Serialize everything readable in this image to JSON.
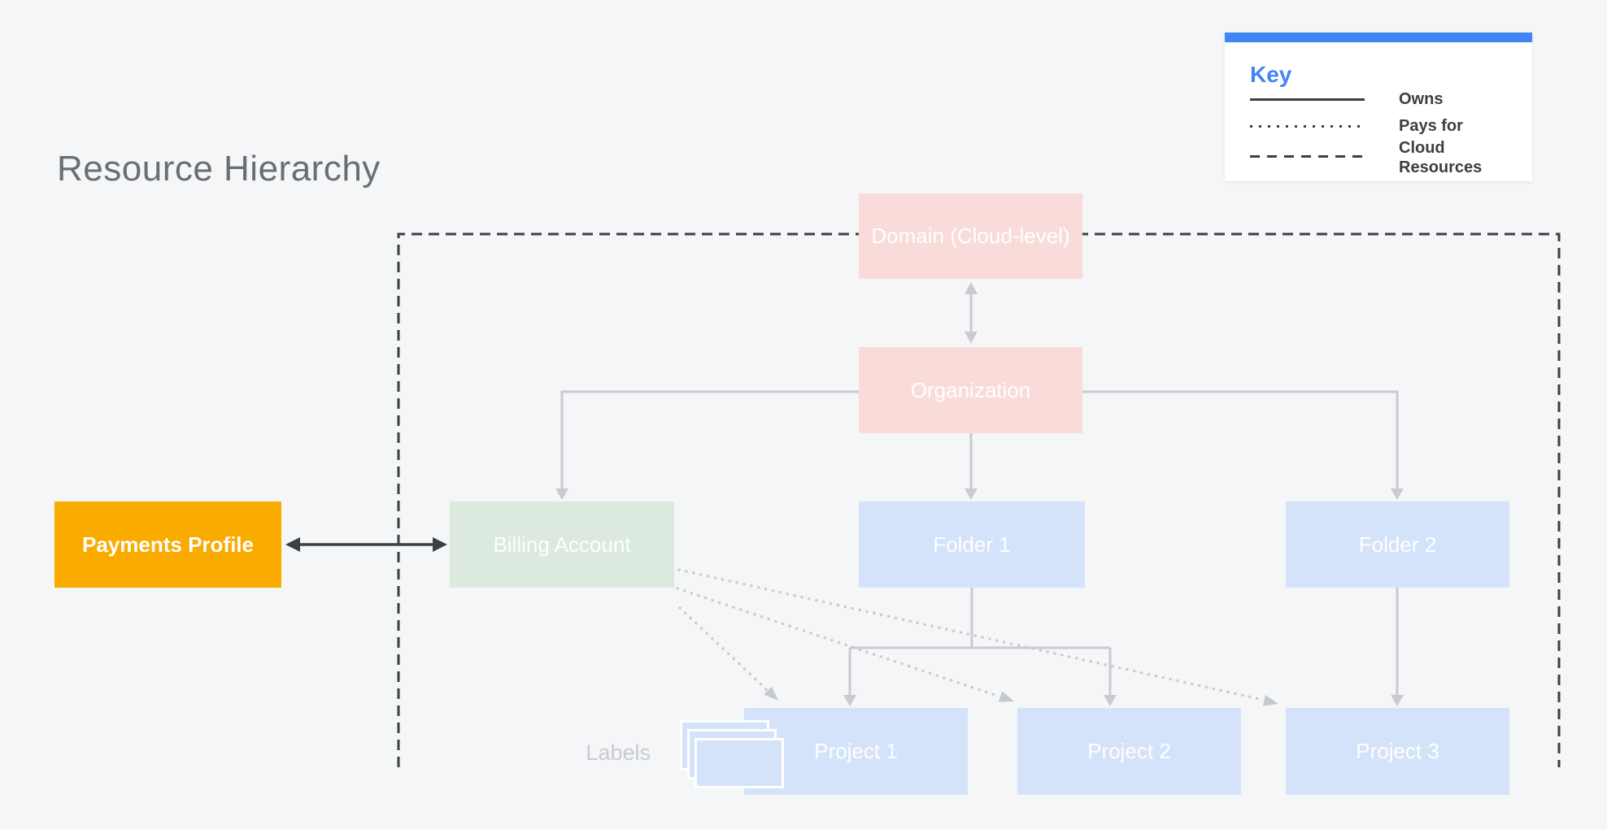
{
  "title": "Resource Hierarchy",
  "legend": {
    "heading": "Key",
    "items": [
      {
        "line_style": "solid",
        "label": "Owns"
      },
      {
        "line_style": "dotted",
        "label": "Pays for"
      },
      {
        "line_style": "dashed",
        "label": "Cloud Resources"
      }
    ]
  },
  "nodes": {
    "domain": {
      "label": "Domain (Cloud-level)",
      "color": "#f9dcd9"
    },
    "organization": {
      "label": "Organization",
      "color": "#f9dcd9"
    },
    "billing_account": {
      "label": "Billing Account",
      "color": "#dbe9de"
    },
    "folder1": {
      "label": "Folder 1",
      "color": "#d5e3fa"
    },
    "folder2": {
      "label": "Folder 2",
      "color": "#d5e3fa"
    },
    "payments_profile": {
      "label": "Payments Profile",
      "color": "#f9ab00"
    },
    "project1": {
      "label": "Project 1",
      "color": "#d5e3fa"
    },
    "project2": {
      "label": "Project 2",
      "color": "#d5e3fa"
    },
    "project3": {
      "label": "Project 3",
      "color": "#d5e3fa"
    }
  },
  "annotations": {
    "labels_caption": "Labels"
  },
  "relations": {
    "owns": [
      "Domain-Organization",
      "Organization-Billing Account",
      "Organization-Folder 1",
      "Organization-Folder 2",
      "Folder 1-Project 1",
      "Folder 1-Project 2",
      "Folder 2-Project 3",
      "Payments Profile-Billing Account"
    ],
    "pays_for": [
      "Billing Account-Project 1",
      "Billing Account-Project 2",
      "Billing Account-Project 3"
    ]
  },
  "colors": {
    "background": "#f5f6f8",
    "accent_blue": "#4285f4",
    "dark_line": "#3c4043",
    "light_line": "#c9cbce",
    "title_gray": "#6a6e71",
    "caption_gray": "#c8cbcf"
  }
}
